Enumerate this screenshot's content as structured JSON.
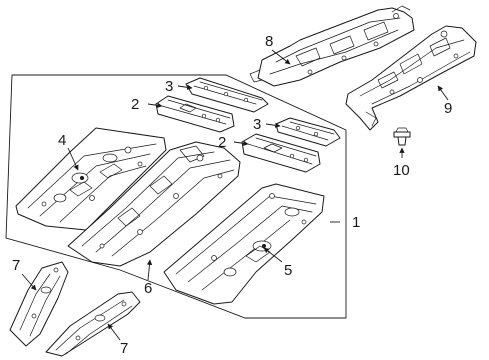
{
  "diagram": {
    "callouts": {
      "c1": "1",
      "c2a": "2",
      "c2b": "2",
      "c3a": "3",
      "c3b": "3",
      "c4": "4",
      "c5": "5",
      "c6": "6",
      "c7a": "7",
      "c7b": "7",
      "c8": "8",
      "c9": "9",
      "c10": "10"
    }
  }
}
